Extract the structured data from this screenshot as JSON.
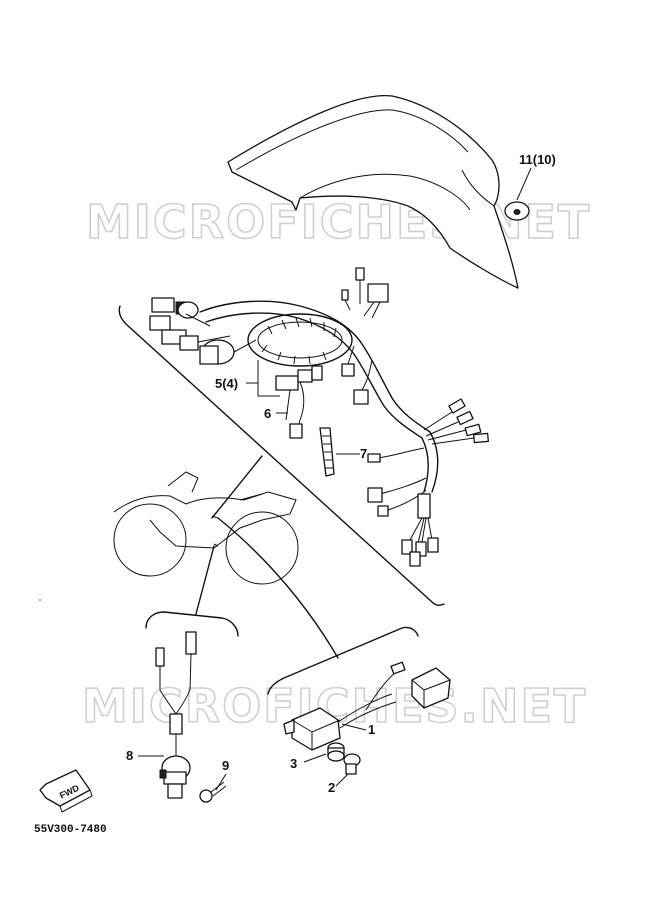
{
  "watermark": {
    "top": "MICROFICHES.NET",
    "bottom": "MICROFICHES.NET"
  },
  "callouts": {
    "p11": "11(10)",
    "p5": "5(4)",
    "p6": "6",
    "p7": "7",
    "p8": "8",
    "p9": "9",
    "p1": "1",
    "p2": "2",
    "p3": "3"
  },
  "fwd_label": "FWD",
  "diagram_code": "55V300-7480"
}
